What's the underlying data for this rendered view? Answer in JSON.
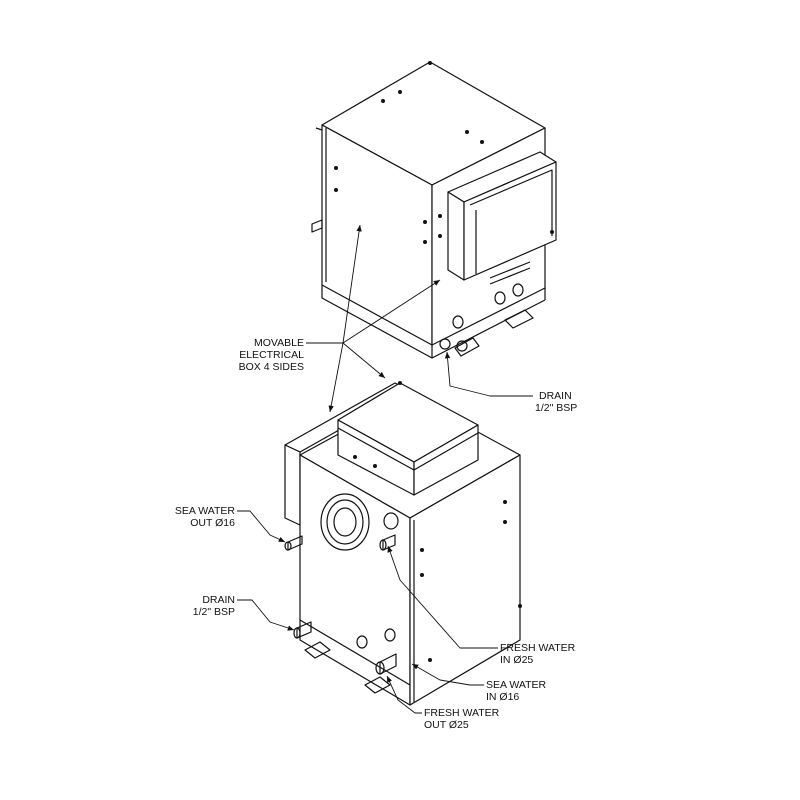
{
  "labels": {
    "movable_box": [
      "MOVABLE",
      "ELECTRICAL",
      "BOX 4 SIDES"
    ],
    "drain_top": [
      "DRAIN",
      "1/2\" BSP"
    ],
    "sea_water_out": [
      "SEA WATER",
      "OUT Ø16"
    ],
    "drain_bottom": [
      "DRAIN",
      "1/2\" BSP"
    ],
    "fresh_water_in": [
      "FRESH WATER",
      "IN Ø25"
    ],
    "sea_water_in": [
      "SEA WATER",
      "IN Ø16"
    ],
    "fresh_water_out": [
      "FRESH WATER",
      "OUT Ø25"
    ]
  },
  "colors": {
    "line": "#111111",
    "background": "#ffffff"
  }
}
